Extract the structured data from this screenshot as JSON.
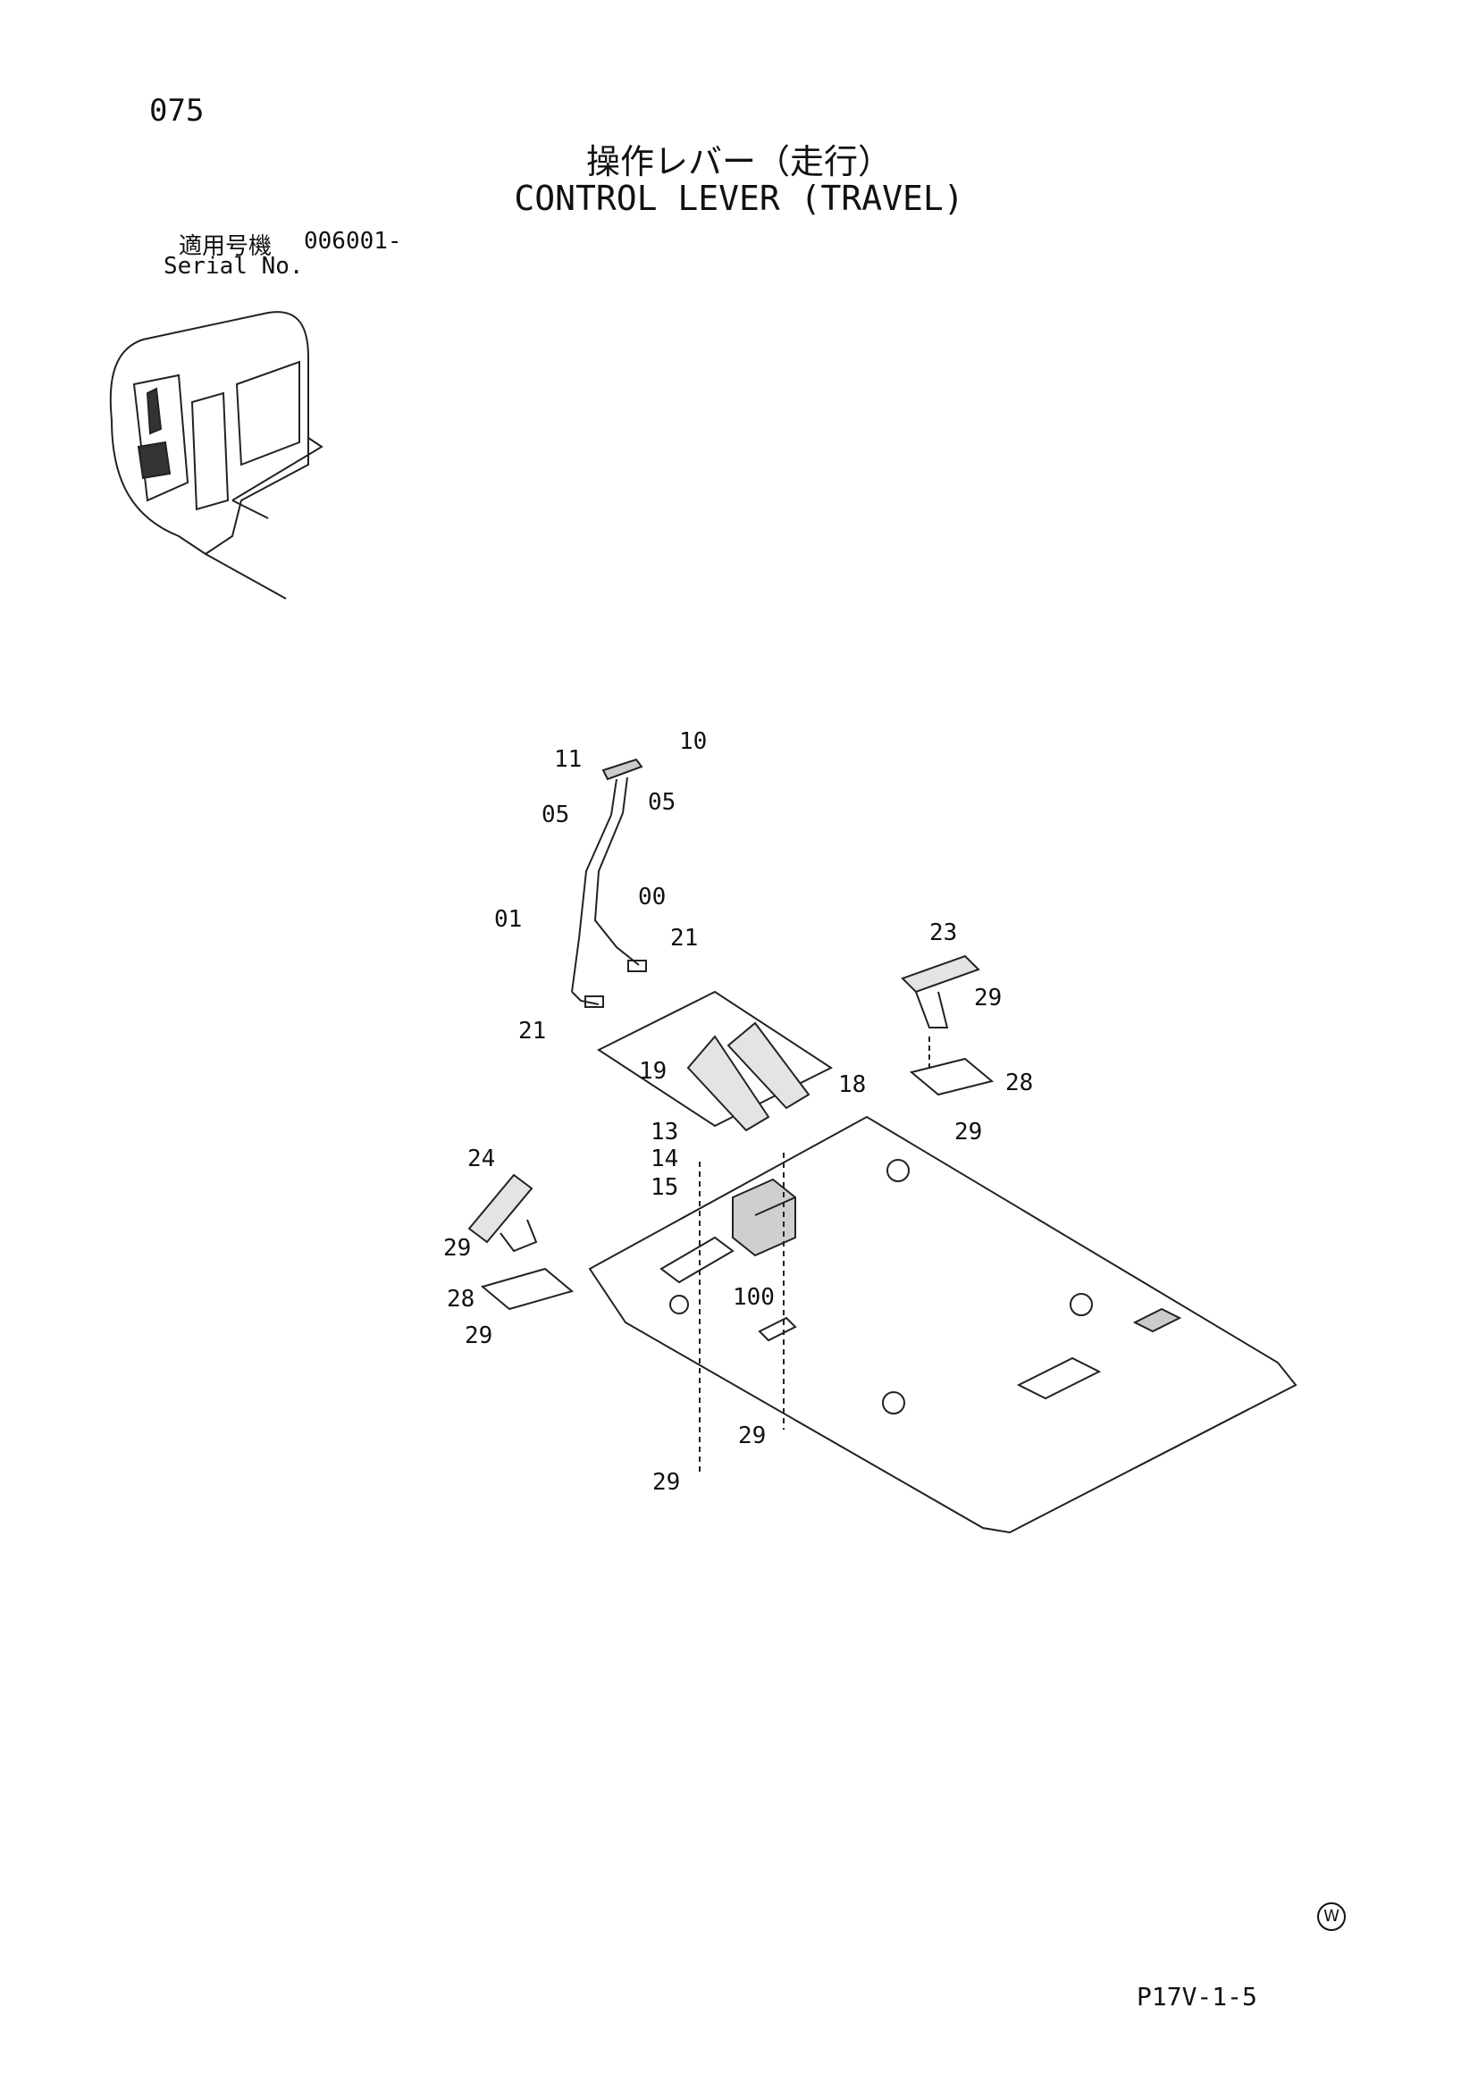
{
  "page": {
    "number": "075",
    "drawing_code": "P17V-1-5",
    "mark": "W"
  },
  "title": {
    "jp": "操作レバー（走行）",
    "en": "CONTROL LEVER (TRAVEL)"
  },
  "serial": {
    "label_jp": "適用号機",
    "value": "006001-",
    "label_en": "Serial No."
  },
  "callouts": [
    "11",
    "10",
    "05",
    "05",
    "01",
    "00",
    "21",
    "21",
    "19",
    "18",
    "23",
    "29",
    "28",
    "29",
    "13",
    "14",
    "15",
    "24",
    "29",
    "28",
    "100",
    "29",
    "29",
    "29"
  ]
}
